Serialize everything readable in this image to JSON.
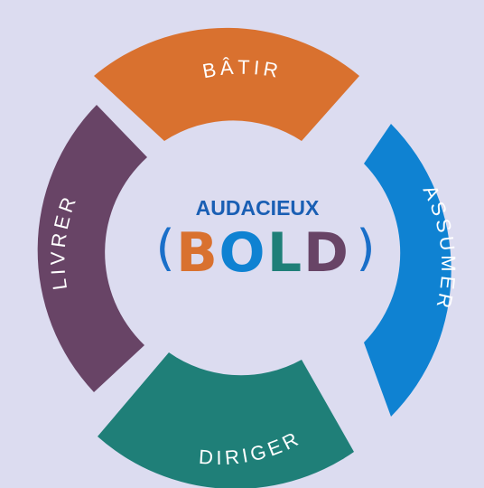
{
  "colors": {
    "background": "#dcdcf0",
    "batir": "#d9712f",
    "assumer": "#0f82d2",
    "diriger": "#1f7f78",
    "livrer": "#684466",
    "center": "#dcdcf0",
    "title": "#1a5fb4",
    "paren": "#1a6fc9"
  },
  "segments": {
    "top": "BÂTIR",
    "right": "ASSUMER",
    "bottom": "DIRIGER",
    "left": "LIVRER"
  },
  "center": {
    "title": "AUDACIEUX",
    "paren_open": "(",
    "paren_close": ")",
    "bold_letters": [
      {
        "char": "B",
        "color": "#d9712f"
      },
      {
        "char": "O",
        "color": "#0f82d2"
      },
      {
        "char": "L",
        "color": "#1f7f78"
      },
      {
        "char": "D",
        "color": "#684466"
      }
    ]
  }
}
